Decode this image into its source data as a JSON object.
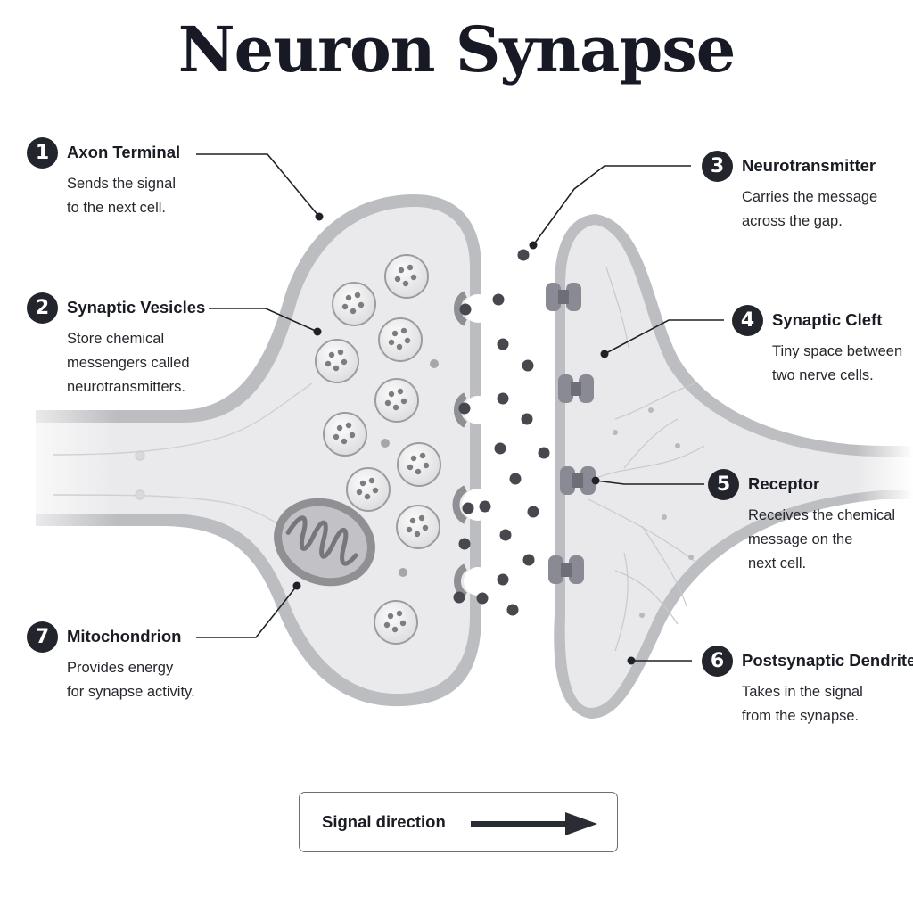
{
  "title": "Neuron Synapse",
  "labels": [
    {
      "number": "1",
      "heading": "Axon Terminal",
      "lines": [
        "Sends the signal",
        "to the next cell."
      ]
    },
    {
      "number": "2",
      "heading": "Synaptic Vesicles",
      "lines": [
        "Store chemical",
        "messengers called",
        "neurotransmitters."
      ]
    },
    {
      "number": "3",
      "heading": "Neurotransmitter",
      "lines": [
        "Carries the message",
        "across the gap."
      ]
    },
    {
      "number": "4",
      "heading": "Synaptic Cleft",
      "lines": [
        "Tiny space between",
        "two nerve cells."
      ]
    },
    {
      "number": "5",
      "heading": "Receptor",
      "lines": [
        "Receives the chemical",
        "message on the",
        "next cell."
      ]
    },
    {
      "number": "6",
      "heading": "Postsynaptic Dendrite",
      "lines": [
        "Takes in the signal",
        "from the synapse."
      ]
    },
    {
      "number": "7",
      "heading": "Mitochondrion",
      "lines": [
        "Provides energy",
        "for synapse activity."
      ]
    }
  ],
  "legend": {
    "text": "Signal direction"
  },
  "colors": {
    "badge": "#23252c",
    "membrane": "#8e9096",
    "cell_fill": "#ececee",
    "receptor": "#8a8a94",
    "molecule": "#46484e"
  }
}
